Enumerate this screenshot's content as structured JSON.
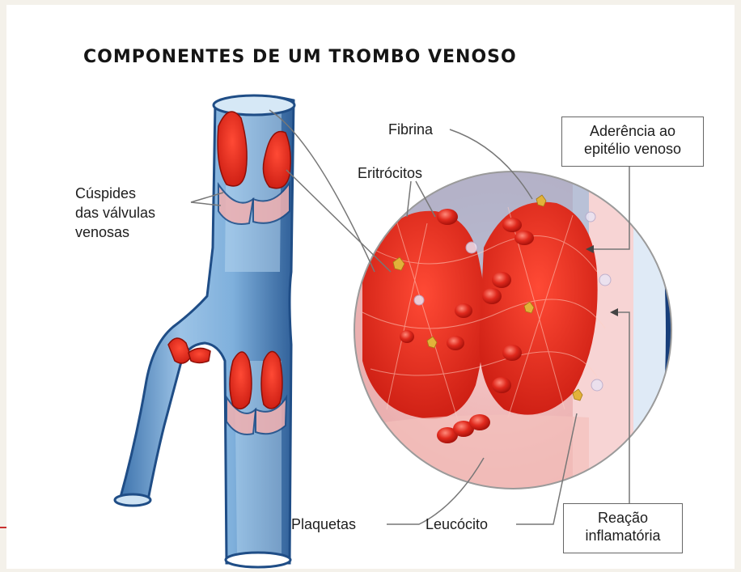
{
  "title": "COMPONENTES DE UM TROMBO VENOSO",
  "labels": {
    "cuspides_line1": "Cúspides",
    "cuspides_line2": "das válvulas",
    "cuspides_line3": "venosas",
    "fibrina": "Fibrina",
    "eritrocitos": "Eritrócitos",
    "aderencia_line1": "Aderência ao",
    "aderencia_line2": "epitélio venoso",
    "plaquetas": "Plaquetas",
    "leucocito": "Leucócito",
    "reacao_line1": "Reação",
    "reacao_line2": "inflamatória"
  },
  "colors": {
    "vein_blue": "#5f93c6",
    "vein_light": "#a9cbe8",
    "clot_red": "#e8261b",
    "clot_dark": "#b3140e",
    "wall_pink": "#f4b9b9",
    "wall_navy": "#173e7a"
  }
}
